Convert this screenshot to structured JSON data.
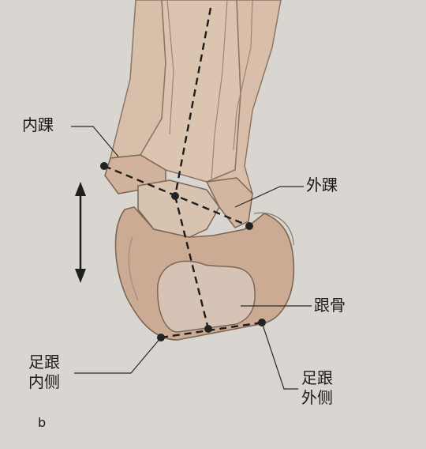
{
  "figure": {
    "sublabel": "b",
    "colors": {
      "background": "#d9d6d1",
      "bone": "#dcc2ac",
      "bone_shadow": "#caa791",
      "calcaneus": "#d3bfb1",
      "outline": "#6c5a4e",
      "marker": "#2a2a2a"
    },
    "labels": {
      "medial_malleolus": "内踝",
      "lateral_malleolus": "外踝",
      "calcaneus": "跟骨",
      "heel_medial": [
        "足跟",
        "内侧"
      ],
      "heel_lateral": [
        "足跟",
        "外侧"
      ]
    },
    "arrow_icon": "vertical-double-arrow-icon"
  }
}
